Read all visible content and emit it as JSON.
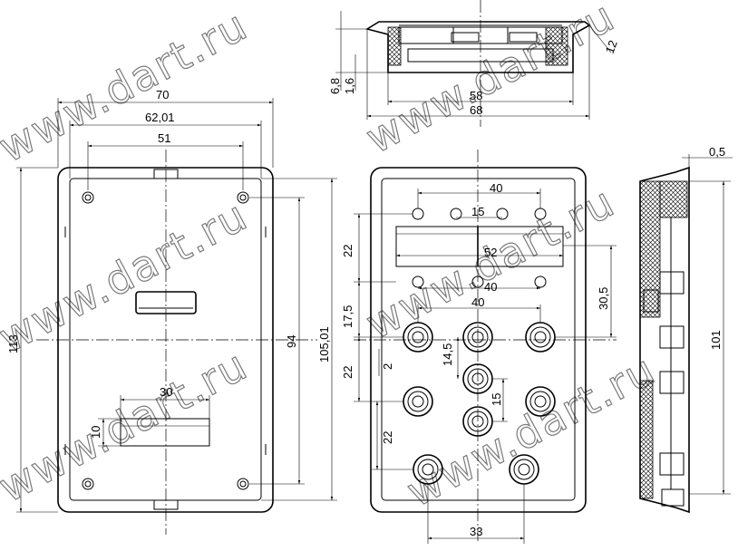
{
  "watermark": {
    "text": "www.dart.ru"
  },
  "front_view": {
    "dims": {
      "overall_width": "70",
      "inner_width": "62,01",
      "hole_spacing": "51",
      "height": "113",
      "inner_height": "105,01",
      "hole_height": "94",
      "slot_width": "30",
      "slot_height": "10"
    }
  },
  "top_view": {
    "dims": {
      "h1": "6,8",
      "h2": "1,6",
      "w1": "58",
      "w2": "68",
      "d1": "12"
    }
  },
  "keypad_view": {
    "dims": {
      "top_span": "40",
      "small_span": "15",
      "display_width": "52",
      "mid_span": "40",
      "key_span": "40",
      "v22a": "22",
      "v17_5": "17,5",
      "v22b": "22",
      "v2": "2",
      "v14_5": "14,5",
      "v15": "15",
      "v22c": "22",
      "v30_5": "30,5",
      "bottom_span": "33"
    }
  },
  "side_view": {
    "dims": {
      "thickness": "0,5",
      "height": "101"
    }
  }
}
